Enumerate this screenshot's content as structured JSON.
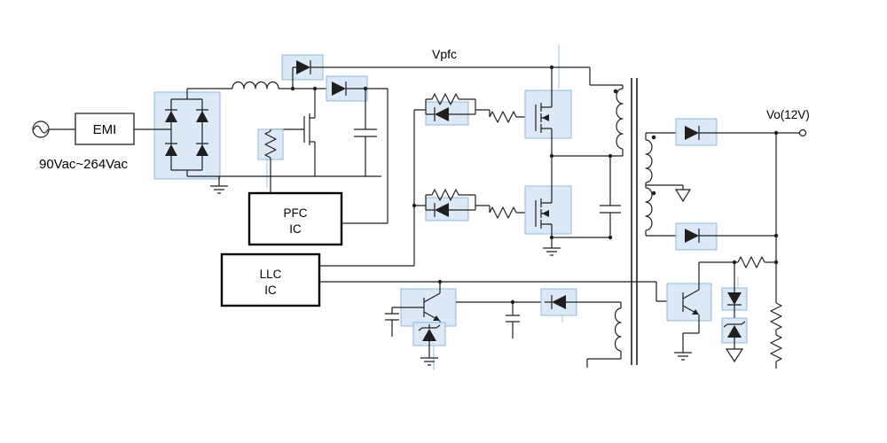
{
  "colors": {
    "background": "#ffffff",
    "wire": "#1f1f1f",
    "component_highlight_fill": "#dbe8f6",
    "component_highlight_stroke": "#8fb8e0",
    "guide_line": "#9fc5e8",
    "ic_border": "#000000"
  },
  "labels": {
    "emi_filter": "EMI",
    "input_range": "90Vac~264Vac",
    "pfc_bus": "Vpfc",
    "pfc_ic_line1": "PFC",
    "pfc_ic_line2": "IC",
    "llc_ic_line1": "LLC",
    "llc_ic_line2": "IC",
    "output_voltage": "Vo(12V)"
  }
}
